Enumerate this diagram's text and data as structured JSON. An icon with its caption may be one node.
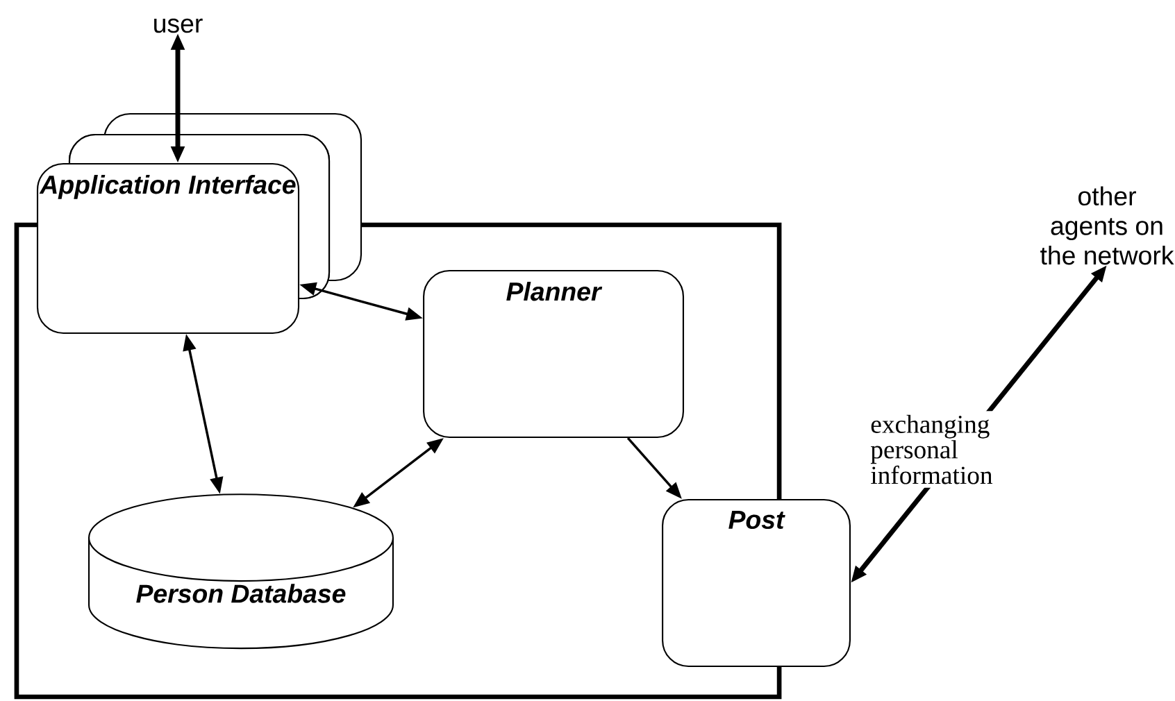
{
  "diagram": {
    "nodes": [
      {
        "text": [],
        "shape": "box"
      },
      {
        "text": [
          "user"
        ]
      },
      {
        "text": [
          "Application Interface"
        ]
      },
      {
        "text": [
          "Planner"
        ],
        "in": 0
      },
      {
        "text": [
          "Person Database"
        ],
        "in": 0
      },
      {
        "text": [
          "Post"
        ]
      },
      {
        "text": [
          "other agents on the network"
        ]
      }
    ],
    "edges": [
      {
        "from": 1,
        "to": 2,
        "arrow": "both",
        "style": "thick"
      },
      {
        "from": 2,
        "to": 3,
        "arrow": "both"
      },
      {
        "from": 2,
        "to": 4,
        "arrow": "both"
      },
      {
        "from": 3,
        "to": 4,
        "arrow": "both"
      },
      {
        "from": 3,
        "to": 5,
        "arrow": "to"
      },
      {
        "from": 5,
        "to": 6,
        "arrow": "both",
        "style": "thick",
        "label": "exchanging personal information"
      }
    ]
  }
}
